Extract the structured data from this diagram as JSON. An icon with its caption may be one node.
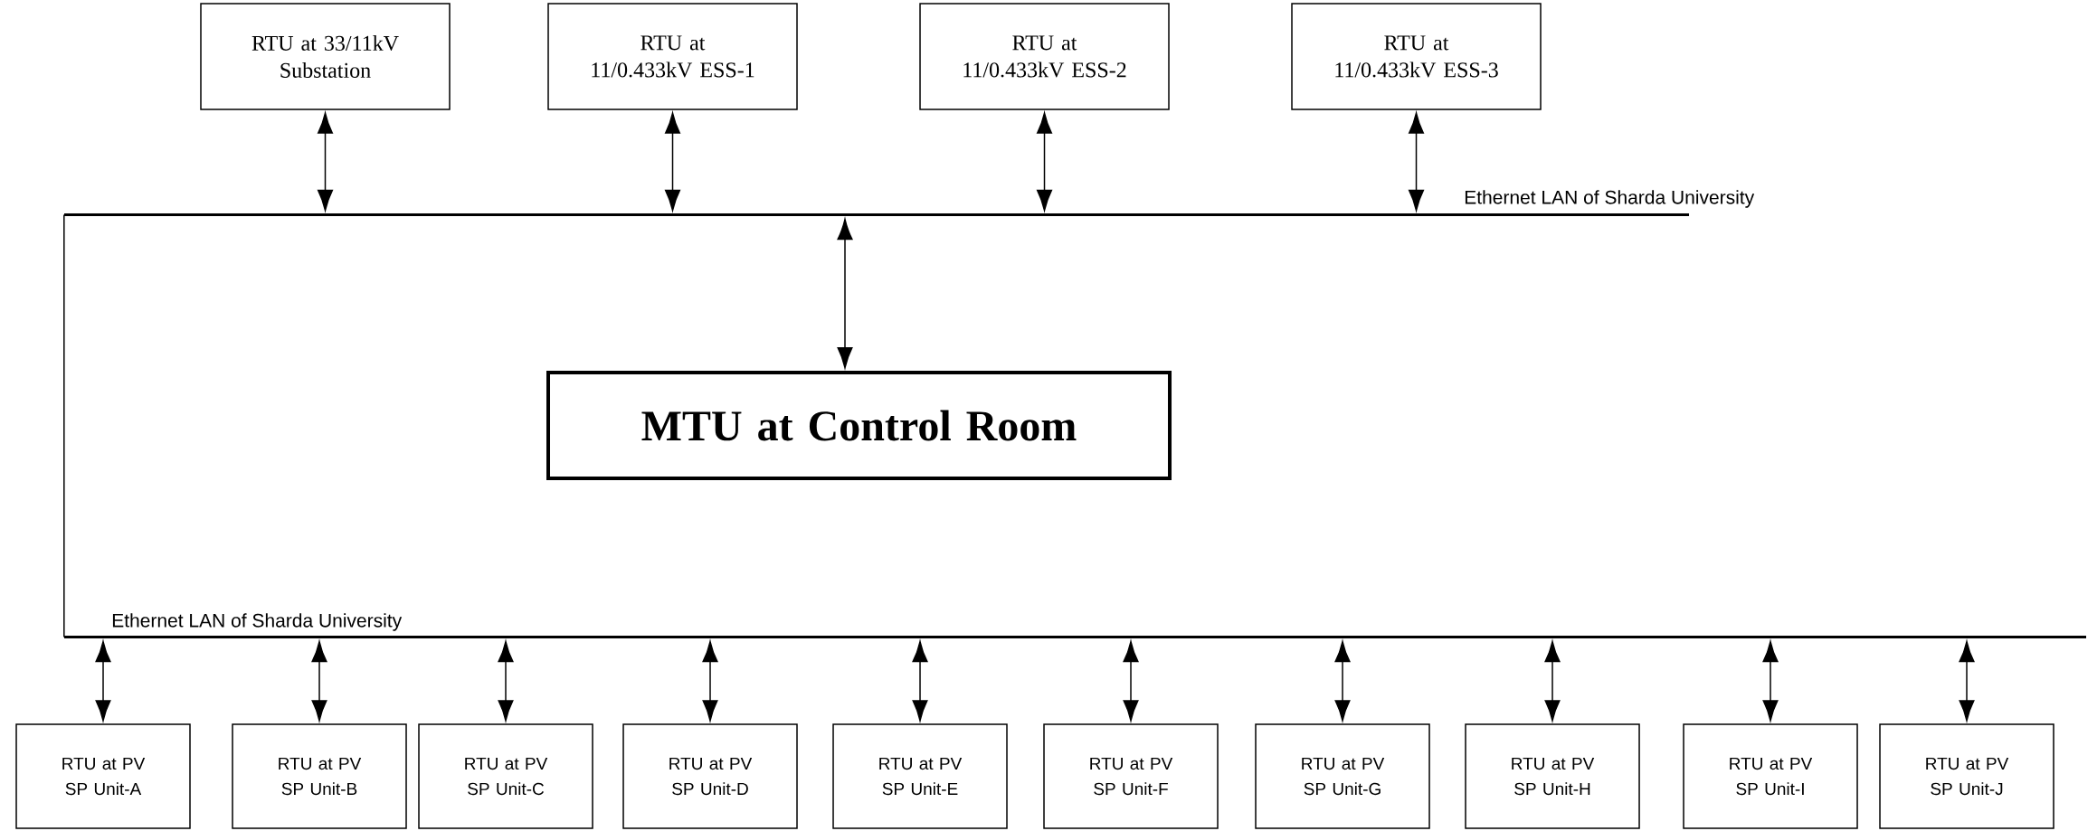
{
  "diagram": {
    "nodes": [
      {
        "text": [
          "RTU at 33/11kV Substation"
        ]
      },
      {
        "text": [
          "RTU at 11/0.433kV ESS-1"
        ]
      },
      {
        "text": [
          "RTU at 11/0.433kV ESS-2"
        ]
      },
      {
        "text": [
          "RTU at 11/0.433kV ESS-3"
        ]
      },
      {
        "text": [],
        "shape": "bar",
        "beside": [
          "Ethernet LAN of Sharda University"
        ]
      },
      {
        "text": [
          "MTU at Control Room"
        ]
      },
      {
        "text": [],
        "shape": "bar",
        "beside": [
          "Ethernet LAN of Sharda University"
        ]
      },
      {
        "text": [
          "RTU at PV SP Unit-A"
        ]
      },
      {
        "text": [
          "RTU at PV SP Unit-B"
        ]
      },
      {
        "text": [
          "RTU at PV SP Unit-C"
        ]
      },
      {
        "text": [
          "RTU at PV SP Unit-D"
        ]
      },
      {
        "text": [
          "RTU at PV SP Unit-E"
        ]
      },
      {
        "text": [
          "RTU at PV SP Unit-F"
        ]
      },
      {
        "text": [
          "RTU at PV SP Unit-G"
        ]
      },
      {
        "text": [
          "RTU at PV SP Unit-H"
        ]
      },
      {
        "text": [
          "RTU at PV SP Unit-I"
        ]
      },
      {
        "text": [
          "RTU at PV SP Unit-J"
        ]
      }
    ],
    "edges": [
      {
        "from": 0,
        "to": 4,
        "arrow": "both"
      },
      {
        "from": 1,
        "to": 4,
        "arrow": "both"
      },
      {
        "from": 2,
        "to": 4,
        "arrow": "both"
      },
      {
        "from": 3,
        "to": 4,
        "arrow": "both"
      },
      {
        "from": 5,
        "to": 4,
        "arrow": "both"
      },
      {
        "from": 4,
        "to": 6,
        "arrow": "none"
      },
      {
        "from": 7,
        "to": 6,
        "arrow": "both"
      },
      {
        "from": 8,
        "to": 6,
        "arrow": "both"
      },
      {
        "from": 9,
        "to": 6,
        "arrow": "both"
      },
      {
        "from": 10,
        "to": 6,
        "arrow": "both"
      },
      {
        "from": 11,
        "to": 6,
        "arrow": "both"
      },
      {
        "from": 12,
        "to": 6,
        "arrow": "both"
      },
      {
        "from": 13,
        "to": 6,
        "arrow": "both"
      },
      {
        "from": 14,
        "to": 6,
        "arrow": "both"
      },
      {
        "from": 15,
        "to": 6,
        "arrow": "both"
      },
      {
        "from": 16,
        "to": 6,
        "arrow": "both"
      }
    ]
  }
}
